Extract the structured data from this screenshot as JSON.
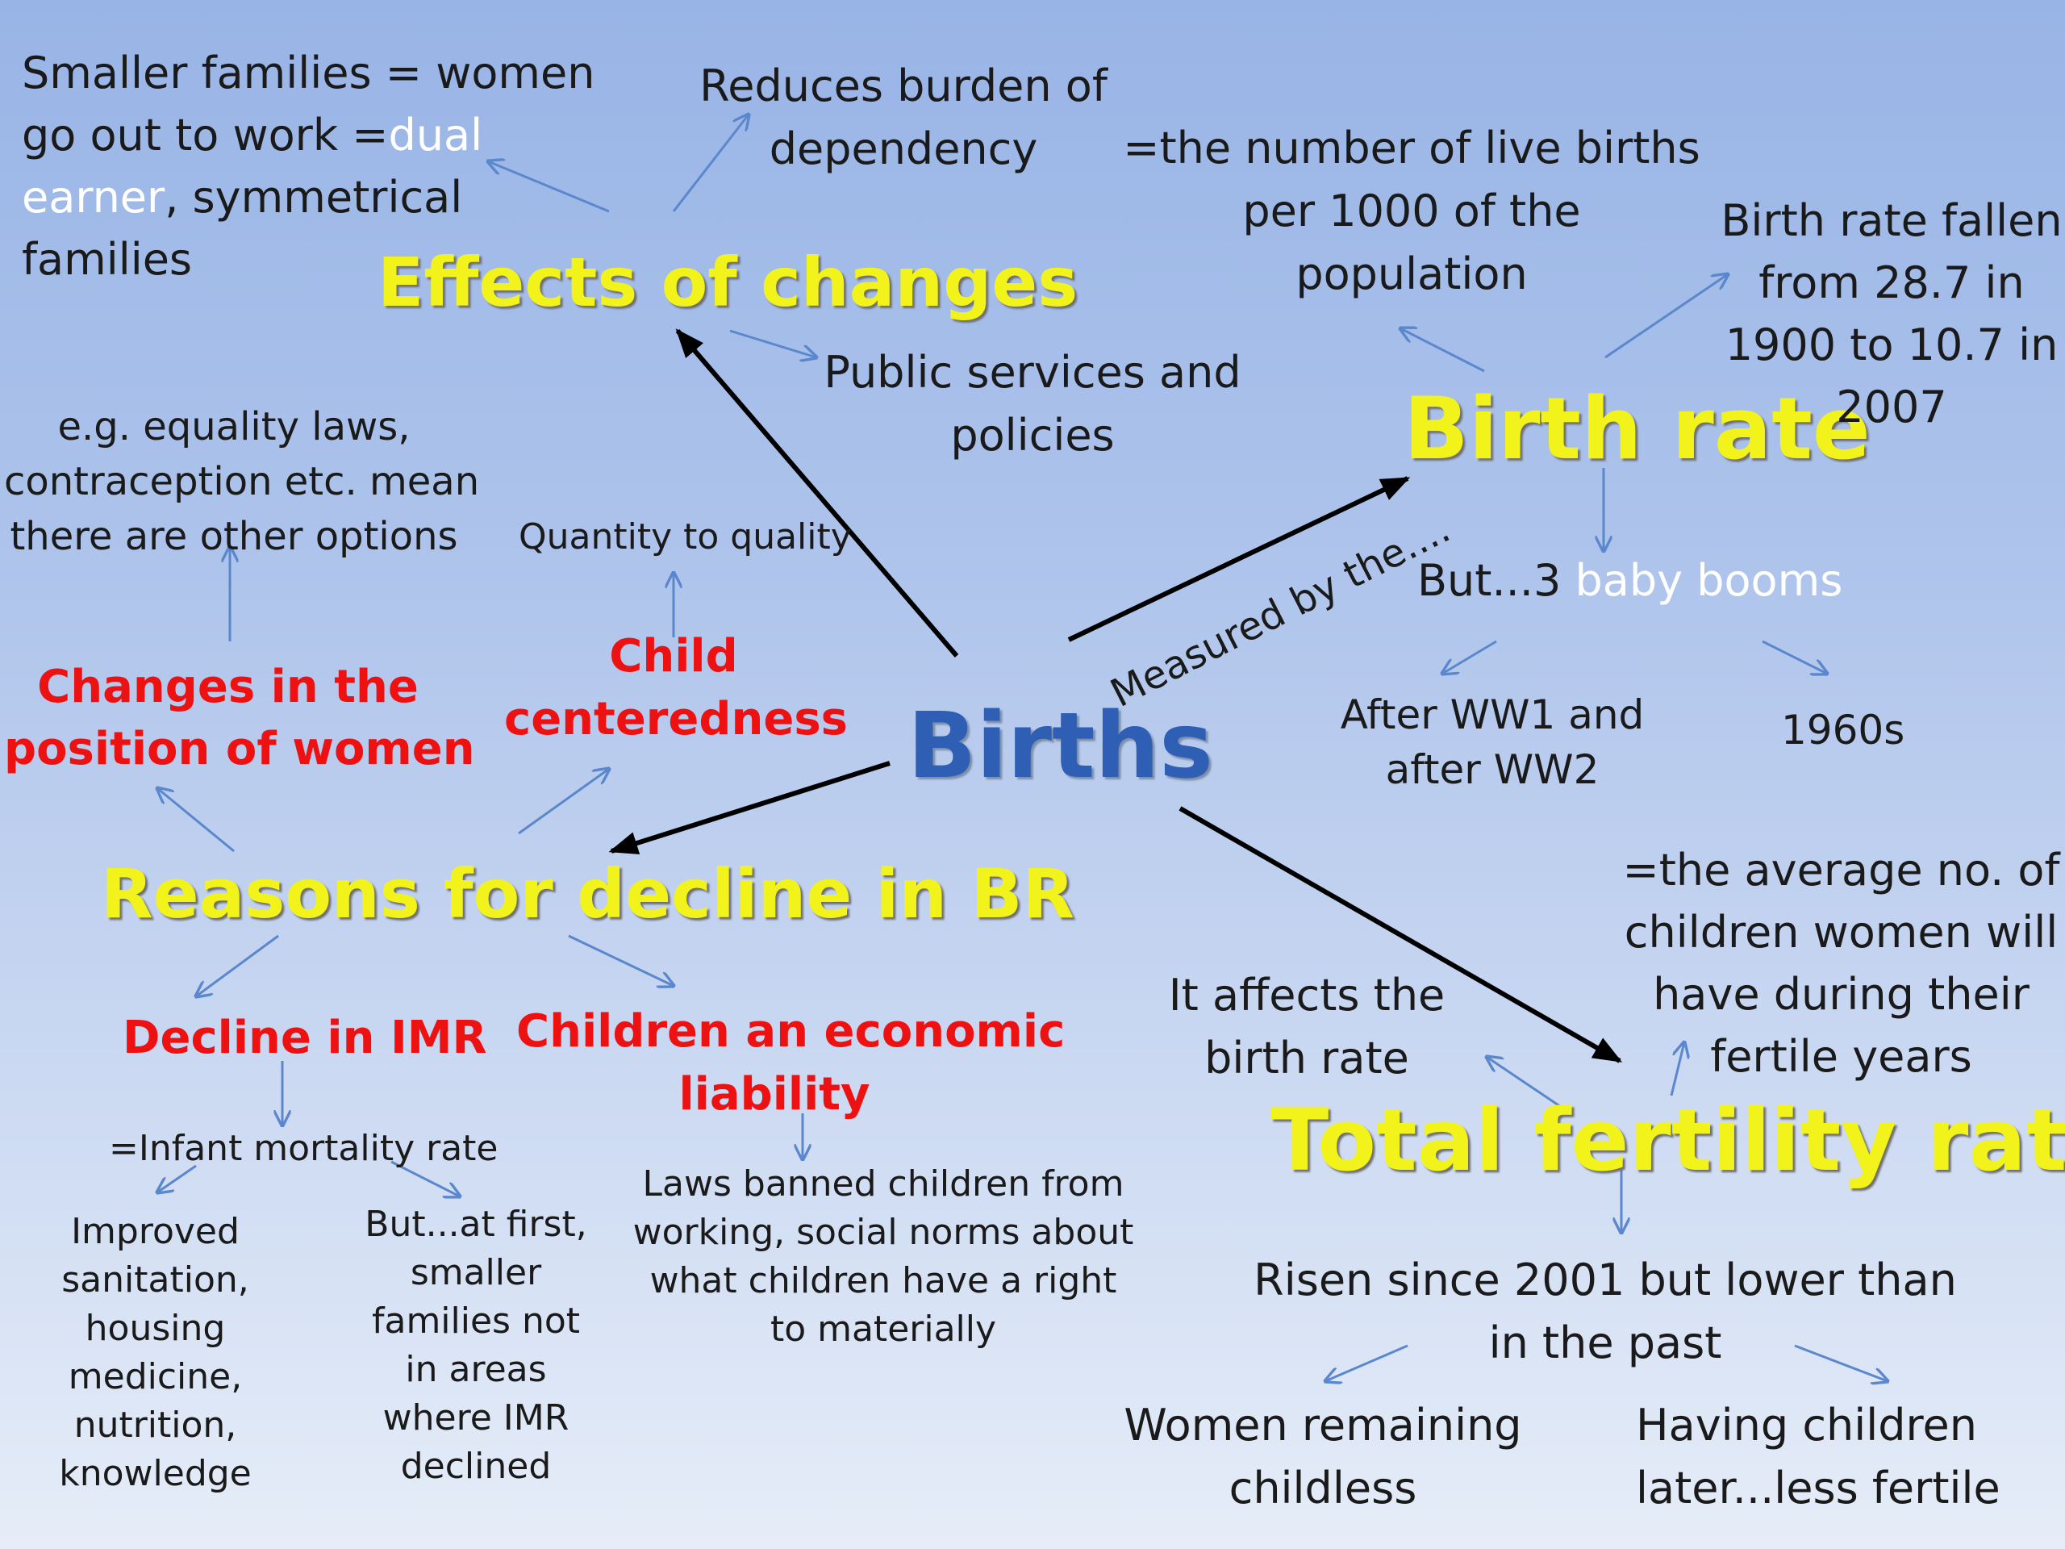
{
  "center": "Births",
  "measured_by": "Measured by the....",
  "effects": {
    "title": "Effects of changes",
    "smaller_families": {
      "l1": "Smaller families = women",
      "l2a": "go out to work =",
      "l2b": "dual",
      "l3a": "earner",
      "l3b": ", symmetrical",
      "l4": "families"
    },
    "dependency": {
      "l1": "Reduces burden of",
      "l2": "dependency"
    },
    "public": {
      "l1": "Public services and",
      "l2": "policies"
    }
  },
  "birth_rate": {
    "title": "Birth rate",
    "definition": {
      "l1": "=the number of live births",
      "l2": "per 1000 of the",
      "l3": "population"
    },
    "fallen": {
      "l1": "Birth rate fallen",
      "l2": "from 28.7 in",
      "l3": "1900 to 10.7 in",
      "l4": "2007"
    },
    "booms": {
      "a": "But...3 ",
      "b": "baby booms"
    },
    "ww": {
      "l1": "After WW1 and",
      "l2": "after WW2"
    },
    "sixties": "1960s"
  },
  "reasons": {
    "title": "Reasons for decline in BR",
    "women": {
      "l1": "Changes in the",
      "l2": "position of women"
    },
    "equality": {
      "l1": "e.g. equality laws,",
      "l2": "contraception etc. mean",
      "l3": "there are other options"
    },
    "child": {
      "l1": "Child",
      "l2": "centeredness"
    },
    "quantity": "Quantity to quality",
    "imr": "Decline in IMR",
    "imr_def": "=Infant mortality rate",
    "improved": {
      "l1": "Improved",
      "l2": "sanitation,",
      "l3": "housing",
      "l4": "medicine,",
      "l5": "nutrition,",
      "l6": "knowledge"
    },
    "but_first": {
      "l1": "But...at first,",
      "l2": "smaller",
      "l3": "families not",
      "l4": "in areas",
      "l5": "where IMR",
      "l6": "declined"
    },
    "economic": {
      "l1": "Children an economic",
      "l2": "liability"
    },
    "laws": {
      "l1": "Laws banned children from",
      "l2": "working, social norms about",
      "l3": "what children have a right",
      "l4": "to materially"
    }
  },
  "tfr": {
    "title": "Total fertility rate",
    "affects": {
      "l1": "It affects the",
      "l2": "birth rate"
    },
    "definition": {
      "l1": "=the average no. of",
      "l2": "children women will",
      "l3": "have during their",
      "l4": "fertile years"
    },
    "risen": {
      "l1": "Risen since 2001 but lower than",
      "l2": "in the past"
    },
    "childless": {
      "l1": "Women remaining",
      "l2": "childless"
    },
    "later": {
      "l1": "Having children",
      "l2": "later...less fertile"
    }
  },
  "colors": {
    "yellow": "#f3f31c",
    "red": "#ee1111",
    "blue_title": "#2e5fb4",
    "arrow_blue": "#5b87cc",
    "arrow_black": "#000000"
  }
}
